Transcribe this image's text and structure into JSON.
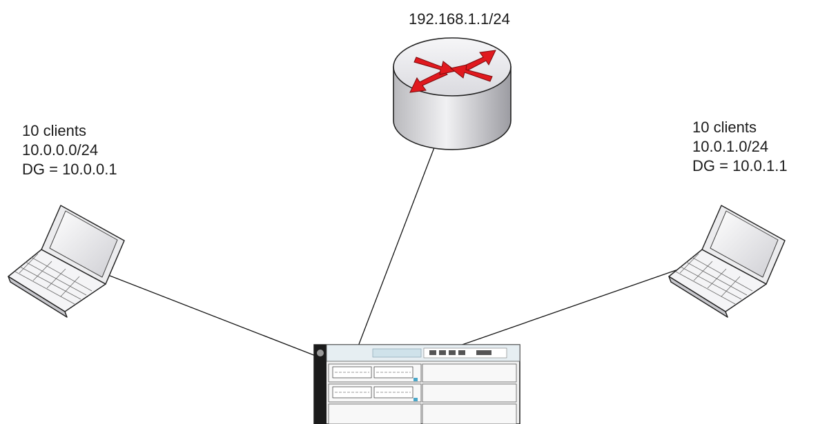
{
  "router": {
    "address": "192.168.1.1/24",
    "icon": "router-icon"
  },
  "left_group": {
    "clients": "10 clients",
    "subnet": "10.0.0.0/24",
    "gateway": "DG = 10.0.0.1",
    "icon": "laptop-icon"
  },
  "right_group": {
    "clients": "10 clients",
    "subnet": "10.0.1.0/24",
    "gateway": "DG = 10.0.1.1",
    "icon": "laptop-icon"
  },
  "switch": {
    "icon": "switch-chassis-icon"
  },
  "colors": {
    "router_arrow": "#e0191e",
    "link": "#111111"
  }
}
